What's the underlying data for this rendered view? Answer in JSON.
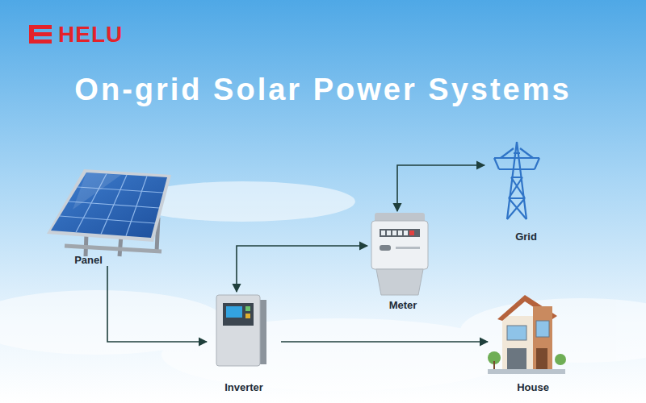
{
  "diagram": {
    "title": "On-grid Solar Power Systems",
    "nodes": [
      {
        "text": [
          "Panel"
        ]
      },
      {
        "text": [
          "Inverter"
        ]
      },
      {
        "text": [
          "Meter"
        ]
      },
      {
        "text": [
          "Grid"
        ]
      },
      {
        "text": [
          "House"
        ]
      }
    ],
    "edges": [
      {
        "from": 0,
        "to": 1,
        "arrow": "to"
      },
      {
        "from": 1,
        "to": 2,
        "arrow": "both"
      },
      {
        "from": 2,
        "to": 3,
        "arrow": "both"
      },
      {
        "from": 1,
        "to": 4,
        "arrow": "to"
      }
    ],
    "labels": [
      "HELU"
    ]
  }
}
